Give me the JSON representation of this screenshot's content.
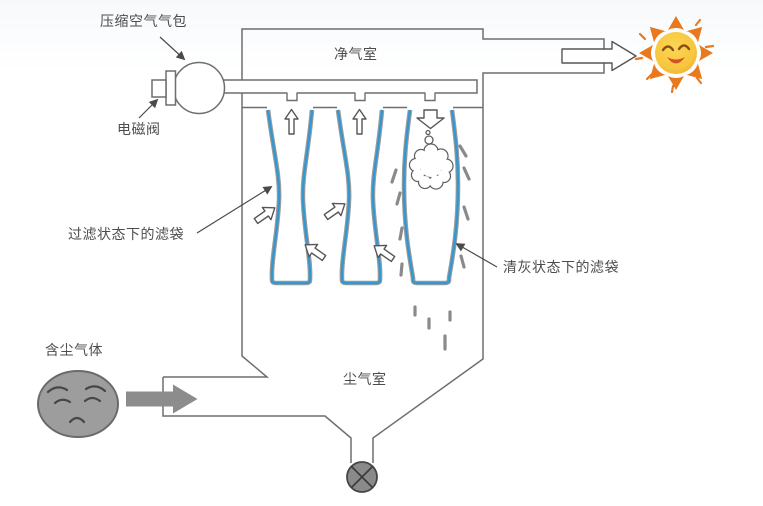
{
  "diagram": {
    "labels": {
      "compressed_air_tank": "压缩空气气包",
      "solenoid_valve": "电磁阀",
      "clean_air_chamber": "净气室",
      "filtering_bags": "过滤状态下的滤袋",
      "cleaning_bag": "清灰状态下的滤袋",
      "dusty_gas": "含尘气体",
      "dust_chamber": "尘气室"
    },
    "icons": {
      "clean_outlet": "sun-happy-face-icon",
      "dusty_inlet": "dusty-gas-sad-face-icon",
      "dust_discharge": "rotary-valve-icon"
    },
    "colors": {
      "bag_blue": "#3298cf",
      "line_gray": "#6e6e6e",
      "label_text": "#4d4d4d",
      "dust_gray": "#8a8a8a",
      "inlet_arrow_gray": "#8c8c8c",
      "sun_petal_orange": "#e8791e",
      "sun_face_yellow": "#f8c63f",
      "face_gray": "#9d9d9d"
    }
  }
}
